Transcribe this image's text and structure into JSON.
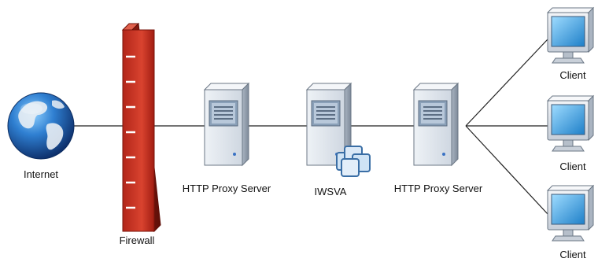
{
  "nodes": {
    "internet": {
      "label": "Internet",
      "icon": "globe-icon"
    },
    "firewall": {
      "label": "Firewall",
      "icon": "firewall-icon"
    },
    "proxy_left": {
      "label": "HTTP Proxy Server",
      "icon": "server-icon"
    },
    "iwsva": {
      "label": "IWSVA",
      "icon": "server-with-cubes-icon"
    },
    "proxy_right": {
      "label": "HTTP Proxy Server",
      "icon": "server-icon"
    },
    "clients": [
      {
        "label": "Client",
        "icon": "monitor-icon"
      },
      {
        "label": "Client",
        "icon": "monitor-icon"
      },
      {
        "label": "Client",
        "icon": "monitor-icon"
      }
    ]
  },
  "colors": {
    "line": "#222222",
    "firewall": "#c0392b",
    "globe": "#1f5fb0",
    "server_body": "#dde4ec",
    "screen": "#3aa0e0"
  }
}
